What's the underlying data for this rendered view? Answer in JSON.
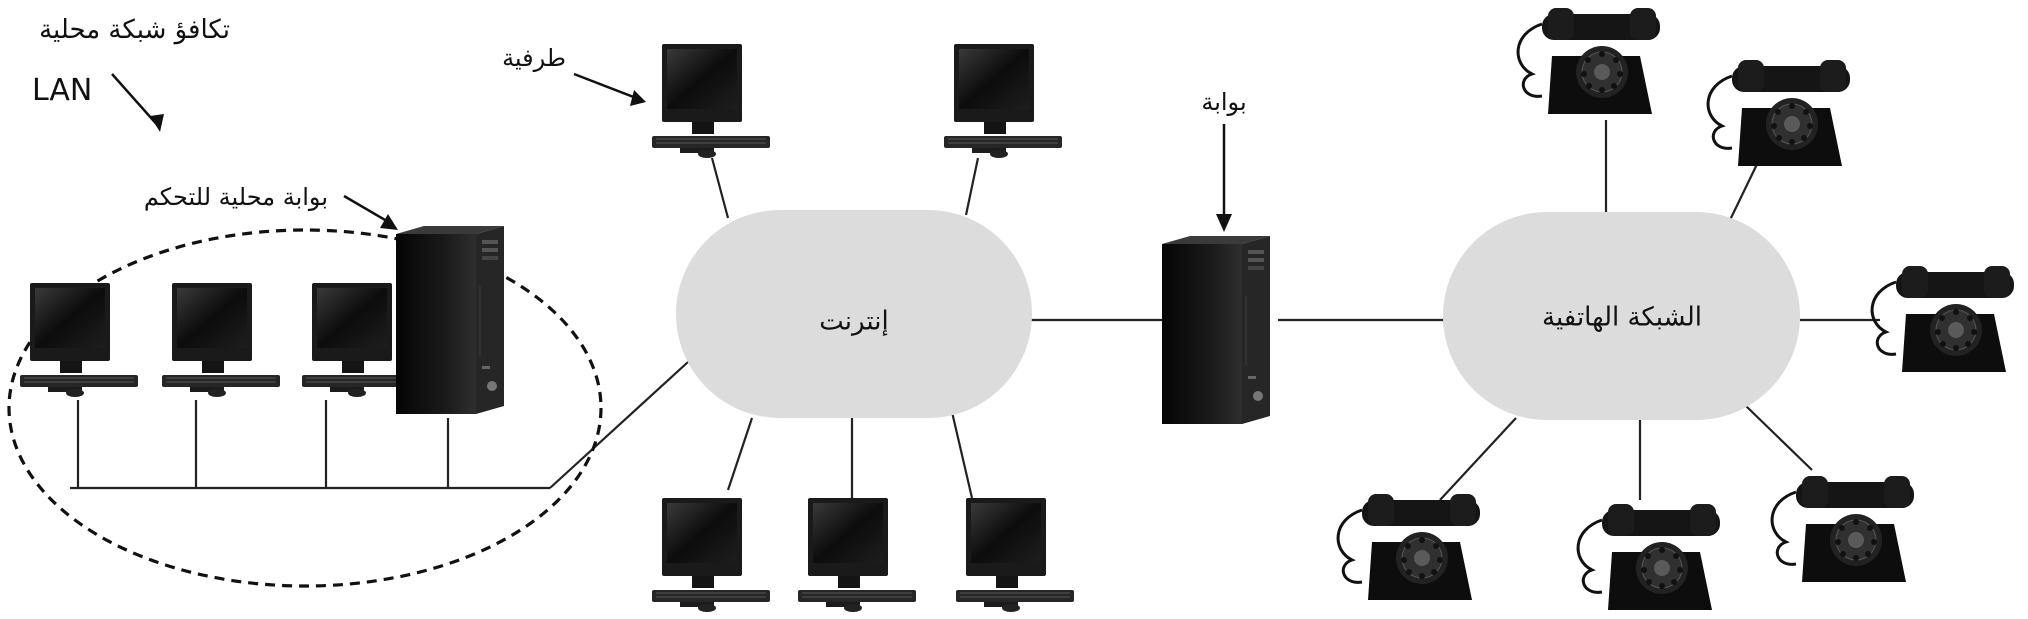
{
  "labels": {
    "lan_equivalent": "تكافؤ شبكة محلية",
    "lan": "LAN",
    "local_control_gateway": "بوابة محلية للتحكم",
    "terminal": "طرفية",
    "gateway": "بوابة",
    "internet": "إنترنت",
    "telephone_network": "الشبكة الهاتفية"
  },
  "icons": {
    "computer": "computer-terminal-icon",
    "tower": "server-tower-icon",
    "phone": "rotary-telephone-icon"
  },
  "colors": {
    "cloud": "#dcdcdc",
    "device": "#111111",
    "line": "#222222"
  }
}
